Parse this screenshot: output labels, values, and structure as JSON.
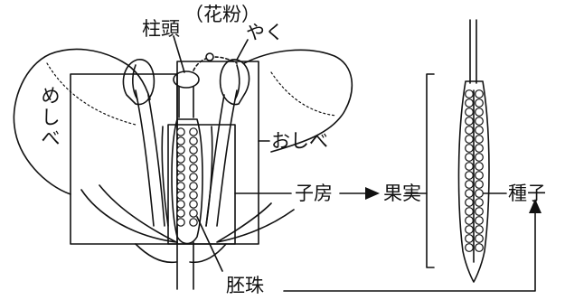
{
  "labels": {
    "stigma": "柱頭",
    "pollen": "（花粉）",
    "anther": "やく",
    "pistil_chars": [
      "め",
      "し",
      "べ"
    ],
    "stamen": "おしべ",
    "ovary": "子房",
    "fruit": "果実",
    "seed": "種子",
    "ovule": "胚珠"
  },
  "colors": {
    "line": "#111111",
    "background": "#ffffff"
  }
}
